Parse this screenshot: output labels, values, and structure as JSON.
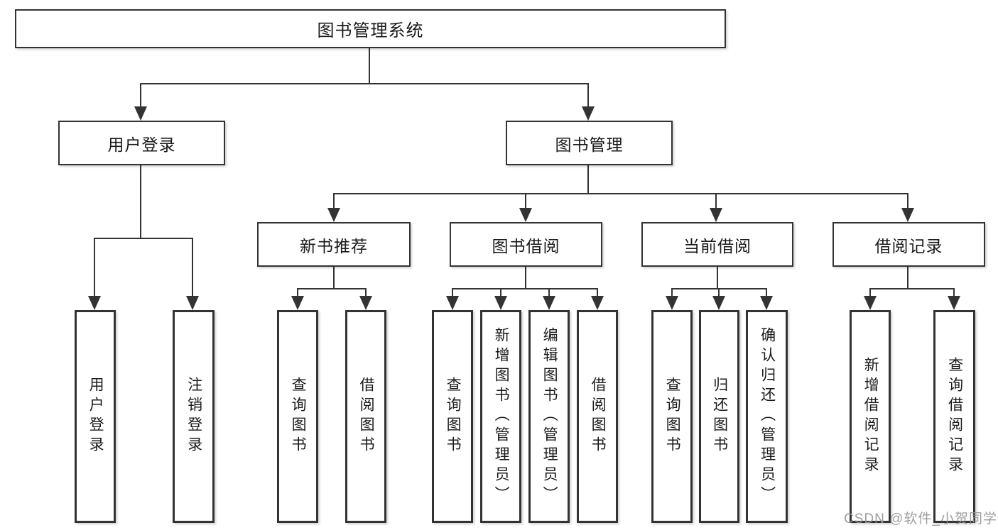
{
  "diagram": {
    "title": "图书管理系统",
    "watermark": "CSDN @软件_小贺同学",
    "colors": {
      "line": "#333333",
      "box_border": "#333333",
      "text": "#1a1a1a",
      "background": "#ffffff",
      "watermark": "#949494"
    },
    "nodes": [
      {
        "id": "root",
        "level": 1,
        "label": "图书管理系统",
        "parent": null
      },
      {
        "id": "user-login",
        "level": 2,
        "label": "用户登录",
        "parent": "root"
      },
      {
        "id": "book-mgmt",
        "level": 2,
        "label": "图书管理",
        "parent": "root"
      },
      {
        "id": "new-book-rec",
        "level": 3,
        "label": "新书推荐",
        "parent": "book-mgmt"
      },
      {
        "id": "book-borrow",
        "level": 3,
        "label": "图书借阅",
        "parent": "book-mgmt"
      },
      {
        "id": "current-borrow",
        "level": 3,
        "label": "当前借阅",
        "parent": "book-mgmt"
      },
      {
        "id": "borrow-record",
        "level": 3,
        "label": "借阅记录",
        "parent": "book-mgmt"
      },
      {
        "id": "leaf-user-login",
        "level": 4,
        "label": "用户登录",
        "parent": "user-login"
      },
      {
        "id": "leaf-logout",
        "level": 4,
        "label": "注销登录",
        "parent": "user-login"
      },
      {
        "id": "leaf-query-book-1",
        "level": 4,
        "label": "查询图书",
        "parent": "new-book-rec"
      },
      {
        "id": "leaf-borrow-book-1",
        "level": 4,
        "label": "借阅图书",
        "parent": "new-book-rec"
      },
      {
        "id": "leaf-query-book-2",
        "level": 4,
        "label": "查询图书",
        "parent": "book-borrow"
      },
      {
        "id": "leaf-add-book",
        "level": 4,
        "label": "新增图书（管理员）",
        "parent": "book-borrow"
      },
      {
        "id": "leaf-edit-book",
        "level": 4,
        "label": "编辑图书（管理员）",
        "parent": "book-borrow"
      },
      {
        "id": "leaf-borrow-book-2",
        "level": 4,
        "label": "借阅图书",
        "parent": "book-borrow"
      },
      {
        "id": "leaf-query-book-3",
        "level": 4,
        "label": "查询图书",
        "parent": "current-borrow"
      },
      {
        "id": "leaf-return-book",
        "level": 4,
        "label": "归还图书",
        "parent": "current-borrow"
      },
      {
        "id": "leaf-confirm-return",
        "level": 4,
        "label": "确认归还（管理员）",
        "parent": "current-borrow"
      },
      {
        "id": "leaf-add-borrow-record",
        "level": 4,
        "label": "新增借阅记录",
        "parent": "borrow-record"
      },
      {
        "id": "leaf-query-borrow-record",
        "level": 4,
        "label": "查询借阅记录",
        "parent": "borrow-record"
      }
    ]
  }
}
